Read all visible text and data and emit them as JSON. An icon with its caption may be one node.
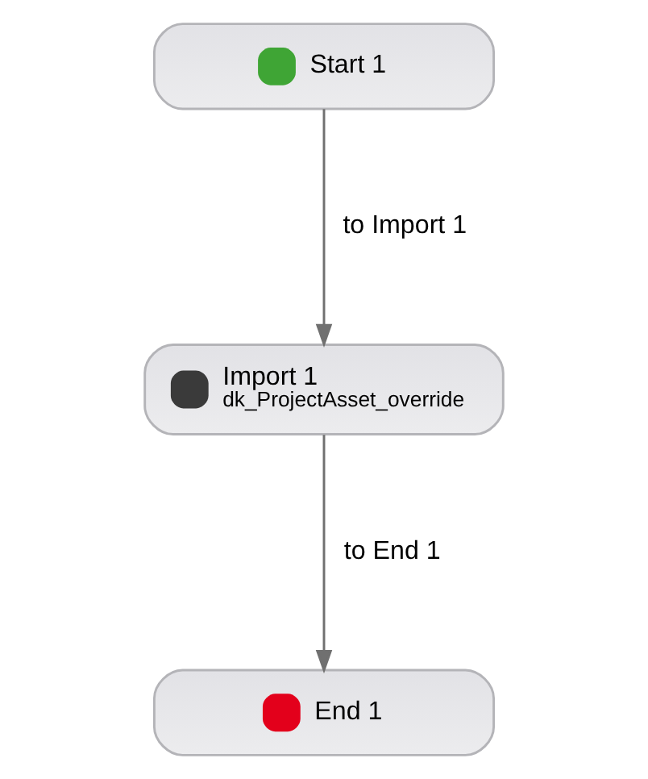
{
  "diagram": {
    "nodes": [
      {
        "text": [
          "Start 1"
        ]
      },
      {
        "text": [
          "Import 1",
          "dk_ProjectAsset_override"
        ]
      },
      {
        "text": [
          "End 1"
        ]
      }
    ],
    "edges": [
      {
        "from": 0,
        "to": 1,
        "arrow": "to",
        "label": "to Import 1"
      },
      {
        "from": 1,
        "to": 2,
        "arrow": "to",
        "label": "to End 1"
      }
    ]
  }
}
